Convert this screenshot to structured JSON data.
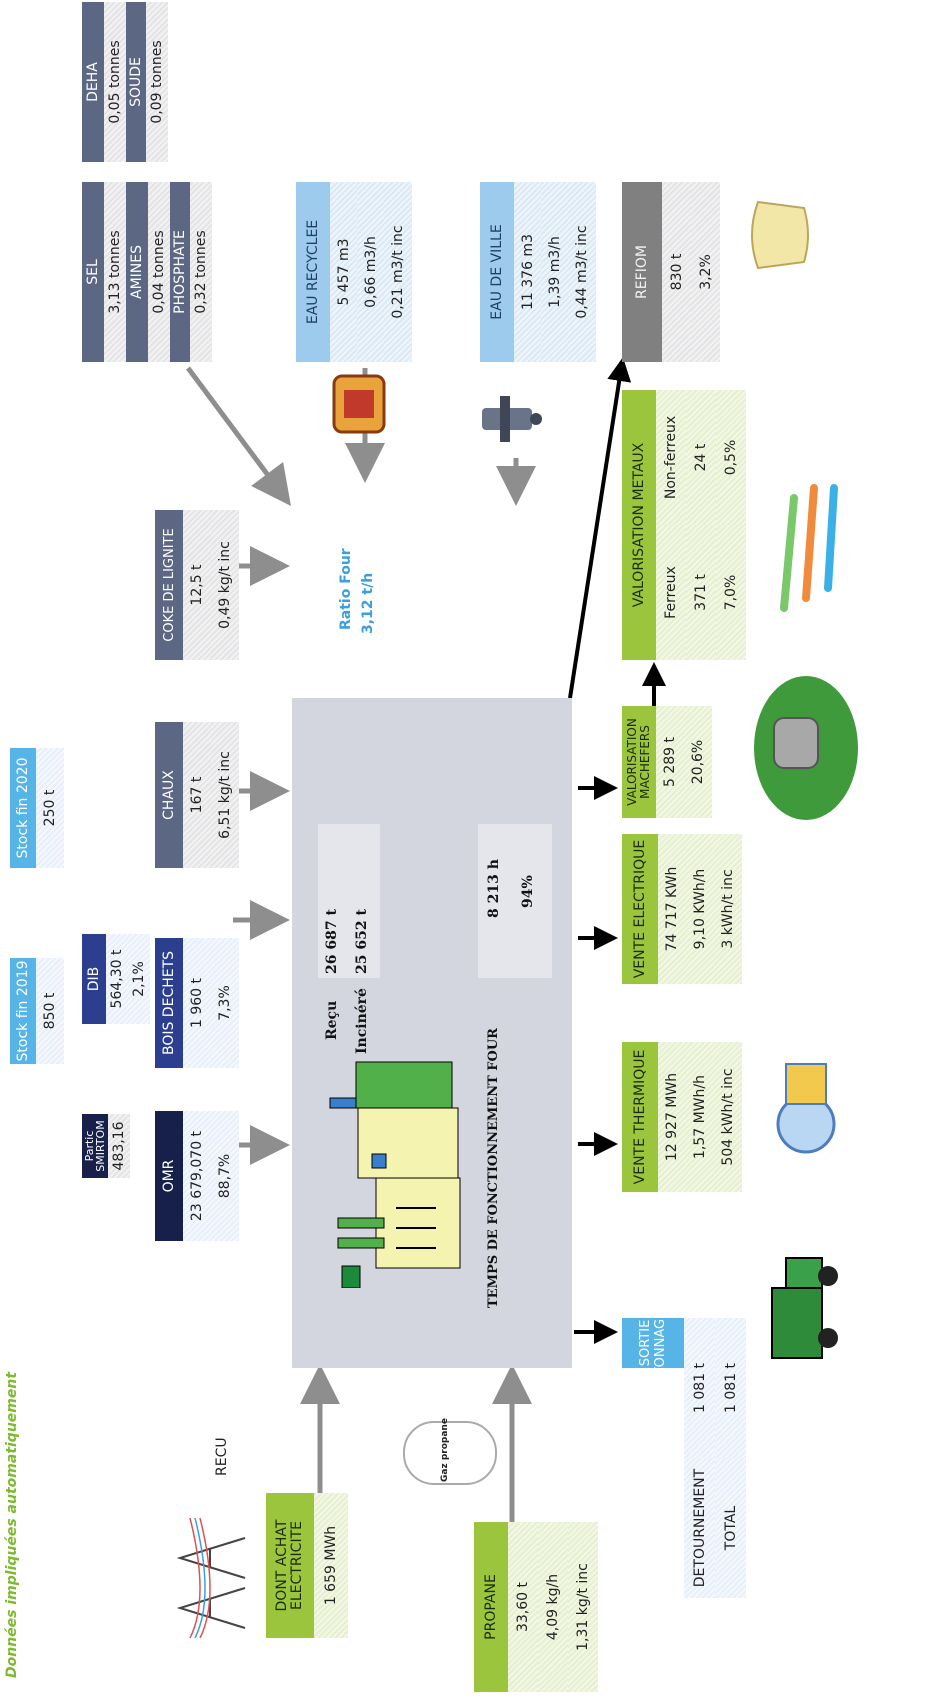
{
  "title": "Données impliquées automatiquement",
  "colors": {
    "slate": "#5b6783",
    "navy": "#17204a",
    "royal": "#2c3f8f",
    "sky": "#56b4e6",
    "lime": "#9bc53d",
    "grey": "#808080",
    "furnace": "#d3d5df"
  },
  "icons": [
    "pylon-icon",
    "gas-tank-icon",
    "factory-icon",
    "truck-icon",
    "turbine-icon",
    "machefers-icon",
    "metal-tubes-icon",
    "bag-icon",
    "water-tap-icon",
    "pump-icon"
  ],
  "recu": "RECU",
  "electricite": {
    "title": "DONT ACHAT ELECTRICITE",
    "value": "1 659 MWh"
  },
  "gas_label": "Gaz propane",
  "propane": {
    "title": "PROPANE",
    "rows": [
      "33,60 t",
      "4,09 kg/h",
      "1,31 kg/t inc"
    ]
  },
  "partic": {
    "title": "Partic SMIRTOM",
    "value": "483,16"
  },
  "omr": {
    "title": "OMR",
    "rows": [
      "23 679,070 t",
      "88,7%"
    ]
  },
  "stock2019": {
    "title": "Stock fin 2019",
    "value": "850 t"
  },
  "dib": {
    "title": "DIB",
    "rows": [
      "564,30 t",
      "2,1%"
    ]
  },
  "bois": {
    "title": "BOIS DECHETS",
    "rows": [
      "1 960 t",
      "7,3%"
    ]
  },
  "stock2020": {
    "title": "Stock fin 2020",
    "value": "250 t"
  },
  "chaux": {
    "title": "CHAUX",
    "rows": [
      "167 t",
      "6,51 kg/t inc"
    ]
  },
  "coke": {
    "title": "COKE DE LIGNITE",
    "rows": [
      "12,5 t",
      "0,49 kg/t inc"
    ]
  },
  "sel": {
    "title": "SEL",
    "value": "3,13 tonnes"
  },
  "amines": {
    "title": "AMINES",
    "value": "0,04 tonnes"
  },
  "phosphate": {
    "title": "PHOSPHATE",
    "value": "0,32 tonnes"
  },
  "deha": {
    "title": "DEHA",
    "value": "0,05 tonnes"
  },
  "soude": {
    "title": "SOUDE",
    "value": "0,09 tonnes"
  },
  "eau_recyclee": {
    "title": "EAU RECYCLEE",
    "rows": [
      "5 457 m3",
      "0,66 m3/h",
      "0,21 m3/t inc"
    ]
  },
  "eau_ville": {
    "title": "EAU DE VILLE",
    "rows": [
      "11 376 m3",
      "1,39 m3/h",
      "0,44 m3/t inc"
    ]
  },
  "refiom": {
    "title": "REFIOM",
    "rows": [
      "830 t",
      "3,2%"
    ]
  },
  "furnace": {
    "recu_label": "Reçu",
    "recu_value": "26 687 t",
    "incinere_label": "Incinéré",
    "incinere_value": "25 652 t",
    "temps_label": "TEMPS DE FONCTIONNEMENT FOUR",
    "temps_value": "8 213 h",
    "temps_pct": "94%",
    "ratio_label": "Ratio Four",
    "ratio_value": "3,12 t/h"
  },
  "sortie": {
    "title": "SORTIE TONNAGE",
    "rows": [
      [
        "DETOURNEMENT",
        "1 081 t"
      ],
      [
        "TOTAL",
        "1 081 t"
      ]
    ]
  },
  "thermique": {
    "title": "VENTE THERMIQUE",
    "rows": [
      "12 927 MWh",
      "1,57 MWh/h",
      "504 kWh/t inc"
    ]
  },
  "electrique": {
    "title": "VENTE ELECTRIQUE",
    "rows": [
      "74 717 KWh",
      "9,10 KWh/h",
      "3 kWh/t inc"
    ]
  },
  "machefers": {
    "title": "VALORISATION MACHEFERS",
    "rows": [
      "5 289 t",
      "20,6%"
    ]
  },
  "metaux": {
    "title": "VALORISATION METAUX",
    "cols": [
      "Ferreux",
      "Non-ferreux"
    ],
    "rows": [
      [
        "371 t",
        "24 t"
      ],
      [
        "7,0%",
        "0,5%"
      ]
    ]
  }
}
